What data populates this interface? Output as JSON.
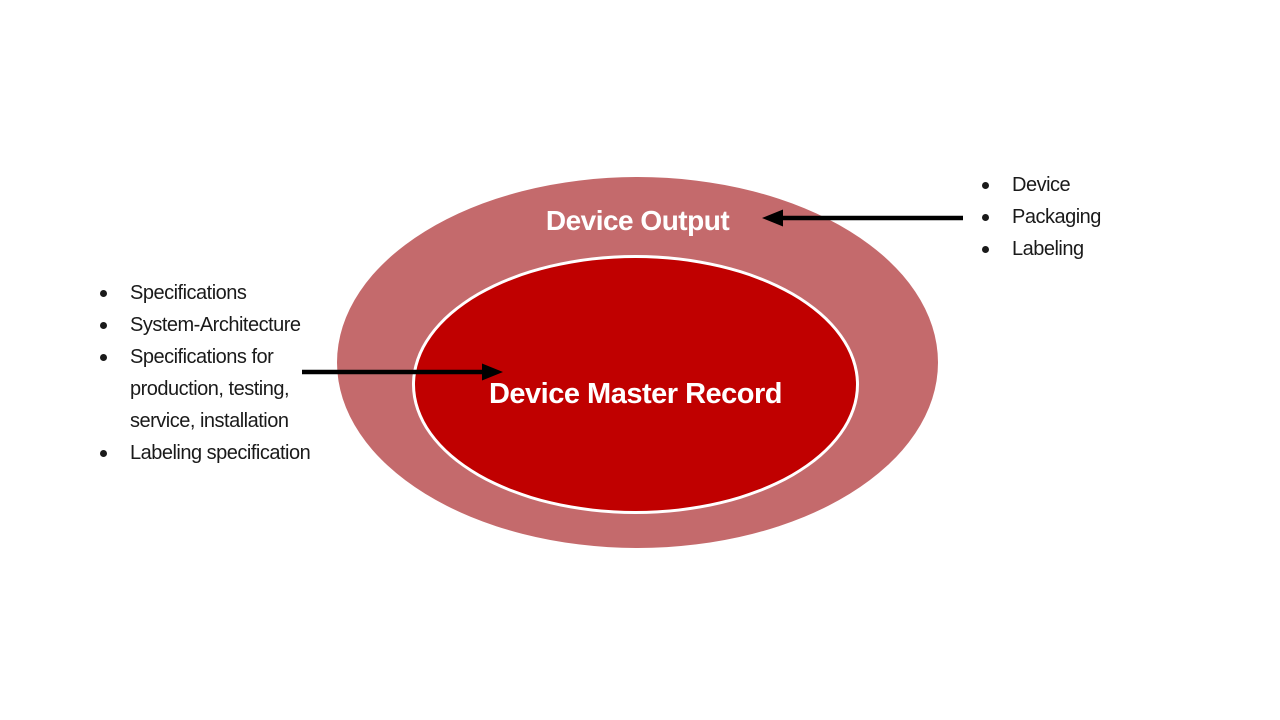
{
  "colors": {
    "outer_ellipse_fill": "#c46a6c",
    "inner_ellipse_fill": "#c00000",
    "inner_ellipse_border": "#ffffff",
    "text_on_red": "#ffffff",
    "body_text": "#1a1a1a",
    "arrow": "#000000",
    "canvas_bg": "#ffffff"
  },
  "diagram": {
    "outer_ellipse": {
      "label": "Device Output"
    },
    "inner_ellipse": {
      "label": "Device Master Record"
    },
    "left_bullets": {
      "items": [
        "Specifications",
        "System-Architecture",
        "Specifications for production, testing, service, installation",
        "Labeling specification"
      ]
    },
    "right_bullets": {
      "items": [
        "Device",
        "Packaging",
        "Labeling"
      ]
    }
  }
}
